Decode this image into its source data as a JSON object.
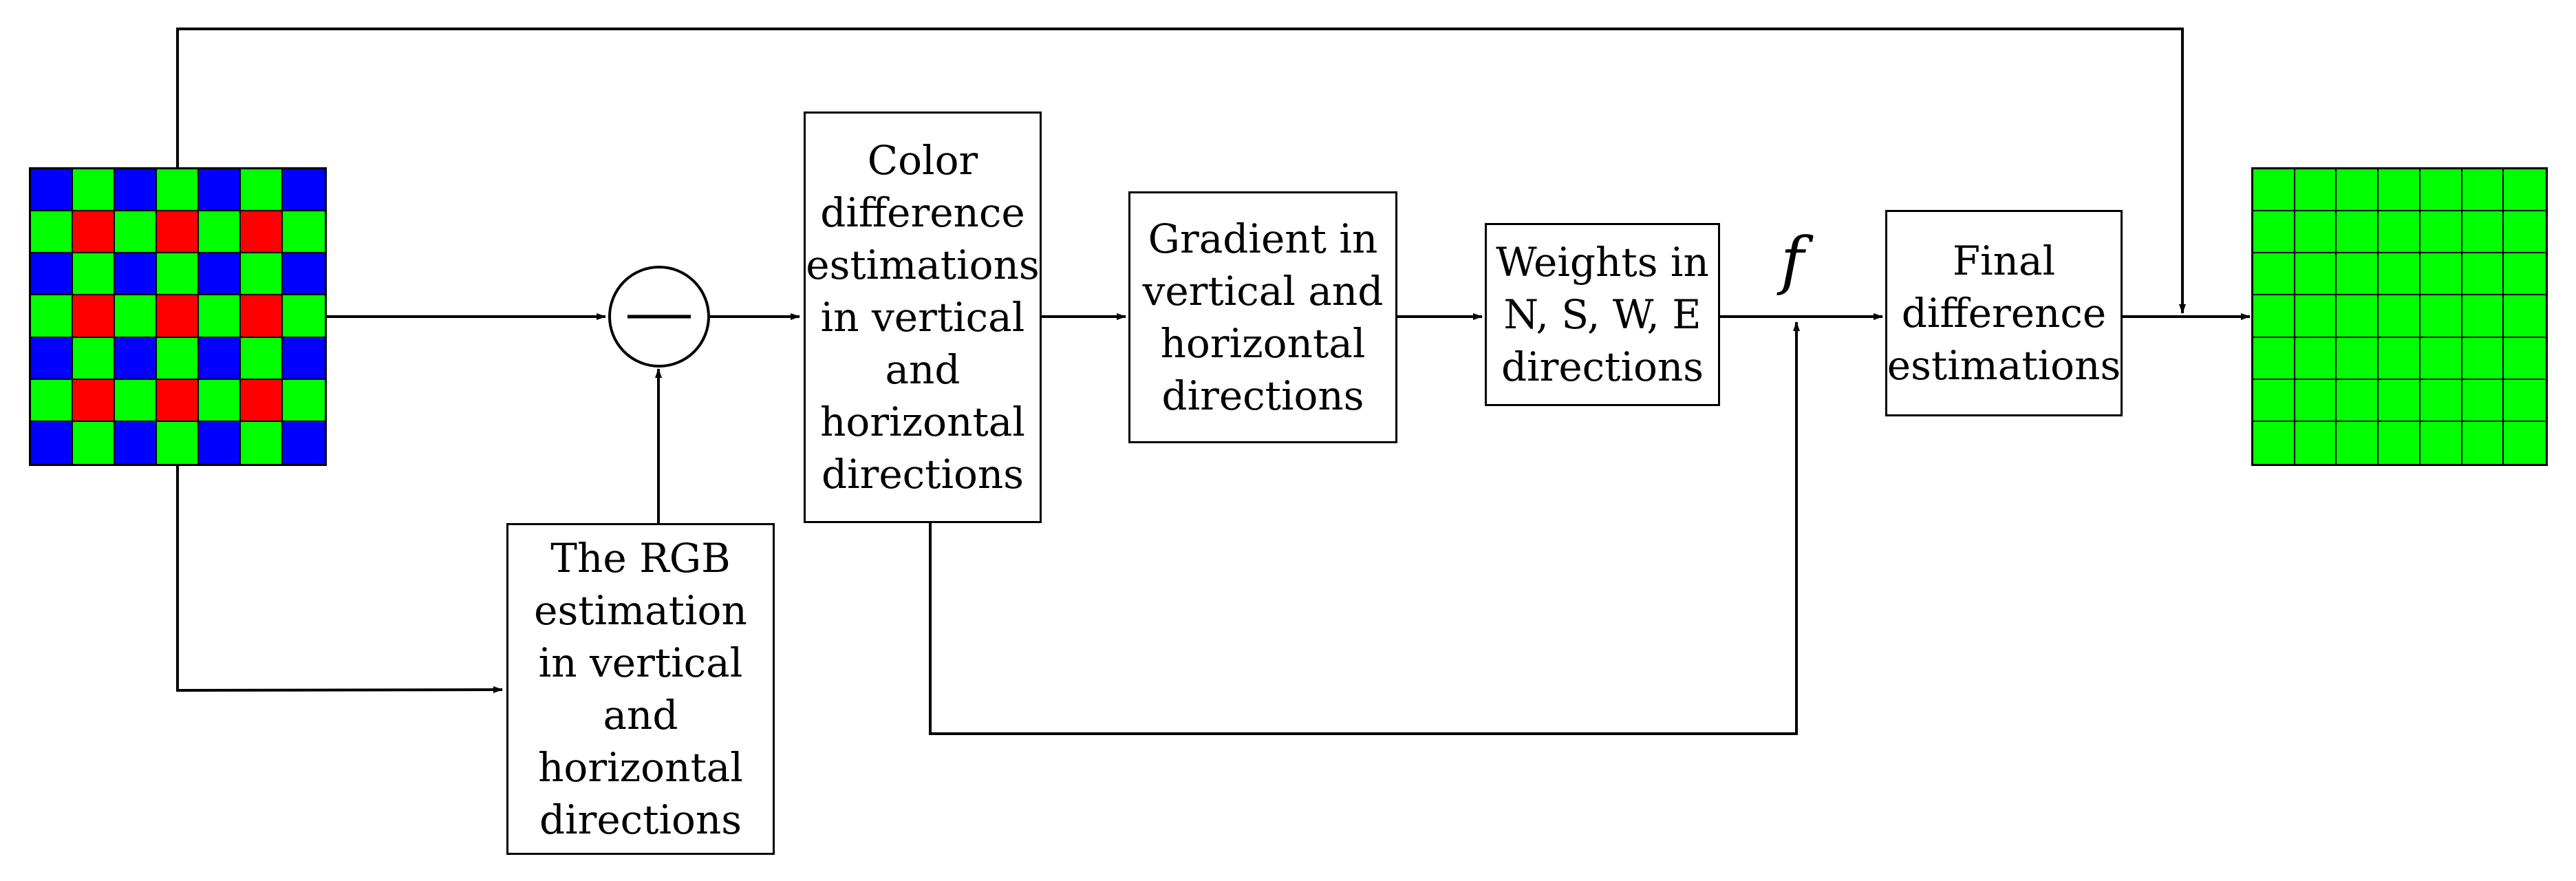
{
  "blocks": {
    "rgb_estimation": [
      "The RGB",
      "estimation",
      "in vertical",
      "and",
      "horizontal",
      "directions"
    ],
    "color_difference": [
      "Color",
      "difference",
      "estimations",
      "in vertical",
      "and",
      "horizontal",
      "directions"
    ],
    "gradient": [
      "Gradient in",
      "vertical and",
      "horizontal",
      "directions"
    ],
    "weights": [
      "Weights in",
      "N, S, W, E",
      "directions"
    ],
    "final_difference": [
      "Final",
      "difference",
      "estimations"
    ]
  },
  "function_label": "f",
  "input_mosaic": {
    "rows": 7,
    "cols": 7,
    "pattern": [
      [
        "B",
        "G",
        "B",
        "G",
        "B",
        "G",
        "B"
      ],
      [
        "G",
        "R",
        "G",
        "R",
        "G",
        "R",
        "G"
      ],
      [
        "B",
        "G",
        "B",
        "G",
        "B",
        "G",
        "B"
      ],
      [
        "G",
        "R",
        "G",
        "R",
        "G",
        "R",
        "G"
      ],
      [
        "B",
        "G",
        "B",
        "G",
        "B",
        "G",
        "B"
      ],
      [
        "G",
        "R",
        "G",
        "R",
        "G",
        "R",
        "G"
      ],
      [
        "B",
        "G",
        "B",
        "G",
        "B",
        "G",
        "B"
      ]
    ]
  },
  "output_mosaic": {
    "rows": 7,
    "cols": 7,
    "fill": "G"
  },
  "colors": {
    "R": "#ff0000",
    "G": "#00ff00",
    "B": "#0000ff",
    "line": "#000000"
  }
}
